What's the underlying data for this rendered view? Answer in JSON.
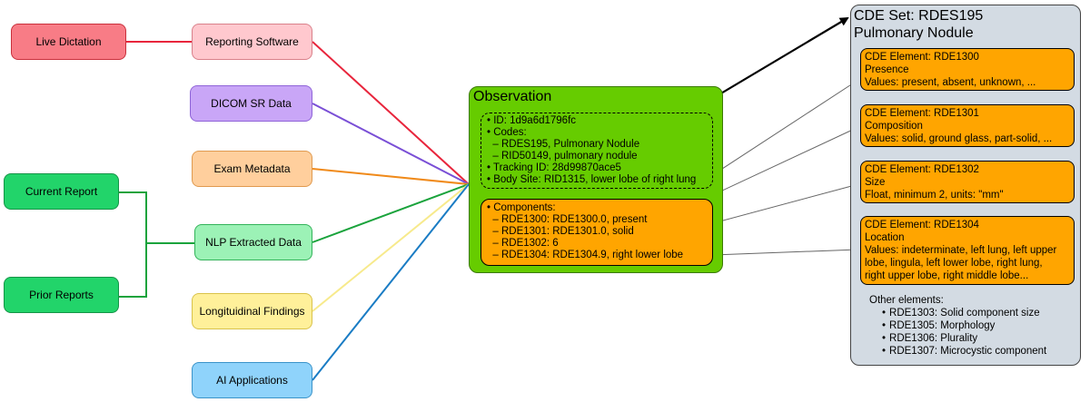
{
  "sources_left": [
    {
      "id": "live-dictation",
      "label": "Live Dictation",
      "fill": "#f87c86",
      "stroke": "#c9303c"
    },
    {
      "id": "current-report",
      "label": "Current Report",
      "fill": "#22d46a",
      "stroke": "#159447"
    },
    {
      "id": "prior-reports",
      "label": "Prior Reports",
      "fill": "#22d46a",
      "stroke": "#159447"
    }
  ],
  "sources_mid": [
    {
      "id": "reporting-software",
      "label": "Reporting Software",
      "fill": "#ffc8ce",
      "stroke": "#d9808a",
      "edge": "#e8253c"
    },
    {
      "id": "dicom-sr-data",
      "label": "DICOM SR Data",
      "fill": "#c9a6f7",
      "stroke": "#8f64d8",
      "edge": "#7a4fd6"
    },
    {
      "id": "exam-metadata",
      "label": "Exam Metadata",
      "fill": "#ffcf9d",
      "stroke": "#e09a4f",
      "edge": "#f08a1a"
    },
    {
      "id": "nlp-extracted-data",
      "label": "NLP Extracted Data",
      "fill": "#9cf2b6",
      "stroke": "#33b35a",
      "edge": "#1aa33c"
    },
    {
      "id": "longitudinal-findings",
      "label": "Longituidinal Findings",
      "fill": "#fff09a",
      "stroke": "#d9c24a",
      "edge": "#f7ea8c"
    },
    {
      "id": "ai-applications",
      "label": "AI Applications",
      "fill": "#8fd3fb",
      "stroke": "#3a93c9",
      "edge": "#1a7cc4"
    }
  ],
  "observation": {
    "title": "Observation",
    "info": [
      "• ID: 1d9a6d1796fc",
      "• Codes:",
      "  – RDES195, Pulmonary Nodule",
      "  – RID50149, pulmonary nodule",
      "• Tracking ID: 28d99870ace5",
      "• Body Site: RID1315, lower lobe of right lung"
    ],
    "components": [
      "• Components:",
      "  – RDE1300: RDE1300.0, present",
      "  – RDE1301: RDE1301.0, solid",
      "  – RDE1302: 6",
      "  – RDE1304: RDE1304.9, right lower lobe"
    ]
  },
  "cde_set": {
    "title_line1": "CDE Set: RDES195",
    "title_line2": "Pulmonary Nodule",
    "elements": [
      {
        "lines": [
          "CDE Element: RDE1300",
          "Presence",
          "Values: present, absent, unknown, ..."
        ]
      },
      {
        "lines": [
          "CDE Element: RDE1301",
          "Composition",
          "Values: solid, ground glass, part-solid, ..."
        ]
      },
      {
        "lines": [
          "CDE Element: RDE1302",
          "Size",
          "Float, minimum 2, units: \"mm\""
        ]
      },
      {
        "lines": [
          "CDE Element: RDE1304",
          "Location",
          "Values: indeterminate, left lung, left upper",
          "lobe, lingula, left lower lobe, right lung,",
          "right upper lobe, right middle lobe..."
        ]
      }
    ],
    "other_title": "Other elements:",
    "other_items": [
      "RDE1303: Solid component size",
      "RDE1305: Morphology",
      "RDE1306: Plurality",
      "RDE1307: Microcystic component"
    ]
  }
}
